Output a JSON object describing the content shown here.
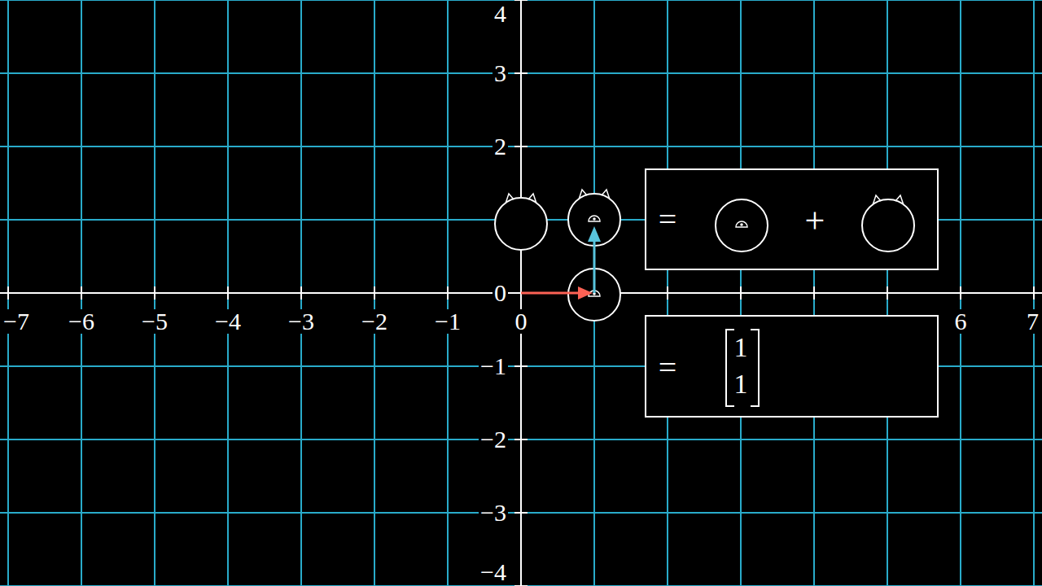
{
  "diagram": {
    "nodes": [
      {
        "text": [
          "=",
          "+"
        ]
      },
      {
        "text": [
          "=",
          "1",
          "1"
        ]
      }
    ],
    "labels": [
      "−7",
      "−6",
      "−5",
      "−4",
      "−3",
      "−2",
      "−1",
      "0",
      "6",
      "7",
      "4",
      "3",
      "2",
      "0",
      "−1",
      "−2",
      "−3",
      "−4"
    ]
  }
}
